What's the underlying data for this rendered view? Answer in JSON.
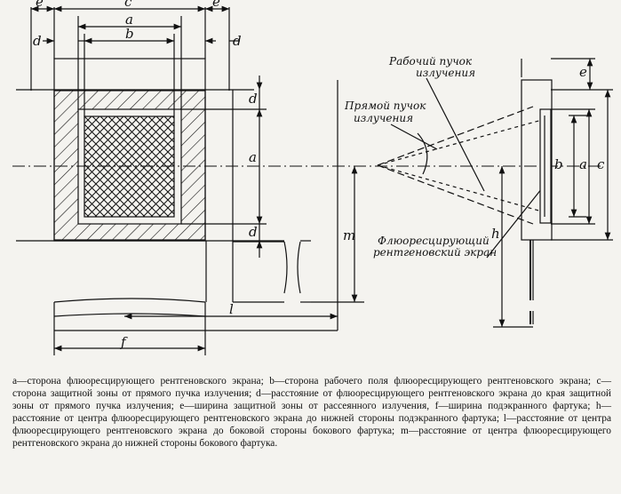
{
  "diagram": {
    "labels": {
      "top_e_left": "e",
      "top_c": "c",
      "top_e_right": "e",
      "top_a": "a",
      "top_d_left": "d",
      "top_b": "b",
      "top_d_right": "d",
      "left_d_top": "d",
      "left_a": "a",
      "left_d_bottom": "d",
      "m": "m",
      "l": "l",
      "f": "f",
      "right_e": "e",
      "right_b": "b",
      "right_a": "a",
      "right_c": "c",
      "h": "h"
    },
    "annotations": {
      "working_beam_line1": "Рабочий пучок",
      "working_beam_line2": "излучения",
      "direct_beam_line1": "Прямой пучок",
      "direct_beam_line2": "излучения",
      "screen_line1": "Флюоресцирующий",
      "screen_line2": "рентгеновский экран"
    }
  },
  "caption": {
    "text": "a—сторона флюоресцирующего рентгеновского экрана; b—сторона рабочего поля флюоресцирующего рентгеновского экрана; c—сторона защитной зоны от прямого пучка излучения; d—расстояние от флюоресцирующего рентгеновского экрана до края защитной зоны от прямого пучка излучения; e—ширина защитной зоны от рассеянного излучения, f—ширина подэкранного фартука; h—расстояние от центра флюоресцирующего рентгеновского экрана до нижней стороны подэкранного фартука; l—расстояние от центра флюоресцирующего рентгеновского экрана до боковой стороны бокового фартука; m—расстояние от центра флюоресцирующего рентгеновского экрана до нижней стороны бокового фартука."
  }
}
